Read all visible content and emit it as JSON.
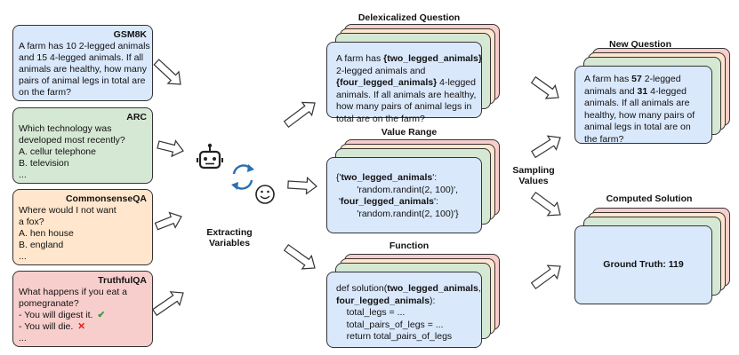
{
  "sources": [
    {
      "header": "GSM8K",
      "lines": [
        "A farm has 10 2-legged animals",
        "and 15 4-legged animals. If all",
        "animals are healthy, how many",
        "pairs of animal legs in total are",
        "on the farm?"
      ],
      "bg": "#dae8fc"
    },
    {
      "header": "ARC",
      "lines": [
        "Which technology was",
        "developed most recently?",
        "A. cellur telephone",
        "B. television",
        "..."
      ],
      "bg": "#d5e8d4"
    },
    {
      "header": "CommonsenseQA",
      "lines": [
        "Where would I not want",
        "a fox?",
        "A. hen house",
        "B. england",
        "..."
      ],
      "bg": "#ffe6cc"
    },
    {
      "header": "TruthfulQA",
      "lines": [
        "What happens if you eat a",
        "pomegranate?",
        "- You will digest it.",
        "- You will die.",
        "..."
      ],
      "bg": "#f8cecc",
      "marks": [
        "✔",
        "✕"
      ]
    }
  ],
  "extract_label": [
    "Extracting",
    "Variables"
  ],
  "stack_colors": [
    "#f8cecc",
    "#ffe6cc",
    "#d5e8d4",
    "#dae8fc"
  ],
  "delex": {
    "title": "Delexicalized Question",
    "lines": [
      [
        {
          "t": "A farm has "
        },
        {
          "t": "{two_legged_animals}",
          "b": true
        }
      ],
      [
        {
          "t": "2-legged animals and"
        }
      ],
      [
        {
          "t": "{four_legged_animals}",
          "b": true
        },
        {
          "t": " 4-legged"
        }
      ],
      [
        {
          "t": "animals. If all animals are healthy,"
        }
      ],
      [
        {
          "t": "how many pairs of animal legs in"
        }
      ],
      [
        {
          "t": "total are on the farm?"
        }
      ]
    ]
  },
  "range": {
    "title": "Value Range",
    "lines": [
      [
        {
          "t": "{'"
        },
        {
          "t": "two_legged_animals",
          "b": true
        },
        {
          "t": "':"
        }
      ],
      [
        {
          "t": "        'random.randint(2, 100)',"
        }
      ],
      [
        {
          "t": " '"
        },
        {
          "t": "four_legged_animals",
          "b": true
        },
        {
          "t": "':"
        }
      ],
      [
        {
          "t": "        'random.randint(2, 100)'}"
        }
      ]
    ]
  },
  "func": {
    "title": "Function",
    "lines": [
      [
        {
          "t": "def solution("
        },
        {
          "t": "two_legged_animals",
          "b": true
        },
        {
          "t": ","
        }
      ],
      [
        {
          "t": "four_legged_animals",
          "b": true
        },
        {
          "t": "):"
        }
      ],
      [
        {
          "t": "    total_legs = ..."
        }
      ],
      [
        {
          "t": "    total_pairs_of_legs = ..."
        }
      ],
      [
        {
          "t": "    return total_pairs_of_legs"
        }
      ]
    ]
  },
  "sampling_label": [
    "Sampling",
    "Values"
  ],
  "newq": {
    "title": "New Question",
    "lines": [
      [
        {
          "t": "A farm has "
        },
        {
          "t": "57",
          "b": true
        },
        {
          "t": " 2-legged"
        }
      ],
      [
        {
          "t": "animals and "
        },
        {
          "t": "31",
          "b": true
        },
        {
          "t": " 4-legged"
        }
      ],
      [
        {
          "t": "animals. If all animals are"
        }
      ],
      [
        {
          "t": "healthy, how many pairs of"
        }
      ],
      [
        {
          "t": "animal legs in total are on"
        }
      ],
      [
        {
          "t": "the farm?"
        }
      ]
    ]
  },
  "solution": {
    "title": "Computed Solution",
    "text": "Ground Truth: 119"
  }
}
